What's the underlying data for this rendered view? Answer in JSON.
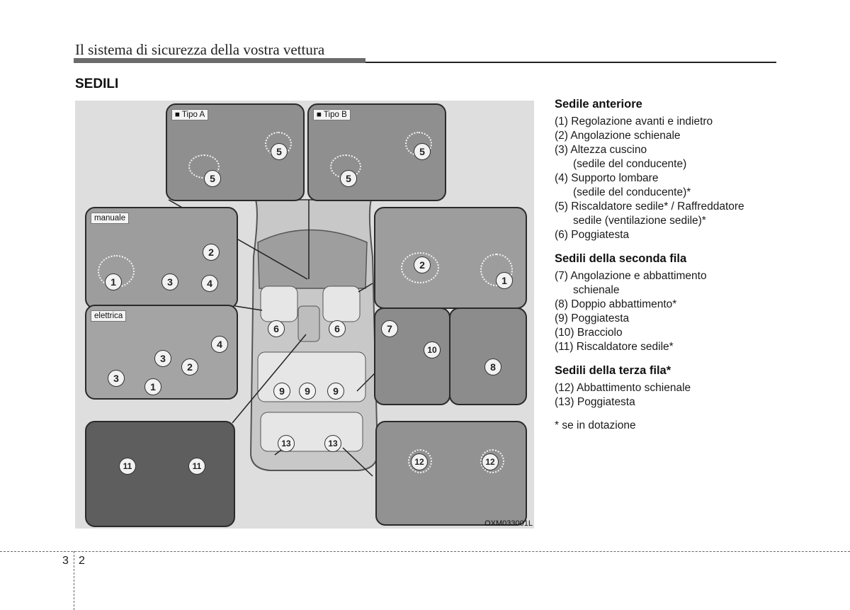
{
  "header": {
    "title": "Il sistema di sicurezza della vostra vettura"
  },
  "section": {
    "title": "SEDILI"
  },
  "figure": {
    "code": "OXM033001L",
    "tags": {
      "tipo_a": "■ Tipo A",
      "tipo_b": "■ Tipo B",
      "manuale": "manuale",
      "elettrica": "elettrica"
    },
    "callouts": {
      "n1": "1",
      "n2": "2",
      "n3": "3",
      "n4": "4",
      "n5": "5",
      "n6": "6",
      "n7": "7",
      "n8": "8",
      "n9": "9",
      "n10": "10",
      "n11": "11",
      "n12": "12",
      "n13": "13"
    }
  },
  "legend": {
    "front": {
      "title": "Sedile anteriore",
      "items": [
        "(1) Regolazione avanti e indietro",
        "(2) Angolazione schienale",
        "(3) Altezza cuscino",
        "(sedile del conducente)",
        "(4) Supporto lombare",
        "(sedile del conducente)*",
        "(5) Riscaldatore sedile* / Raffreddatore",
        "sedile (ventilazione sedile)*",
        "(6) Poggiatesta"
      ]
    },
    "second": {
      "title": "Sedili della seconda fila",
      "items": [
        "(7) Angolazione e abbattimento",
        "schienale",
        "(8) Doppio abbattimento*",
        "(9) Poggiatesta",
        "(10) Bracciolo",
        "(11) Riscaldatore sedile*"
      ]
    },
    "third": {
      "title": "Sedili della terza fila*",
      "items": [
        "(12) Abbattimento schienale",
        "(13) Poggiatesta"
      ]
    },
    "footnote": "* se in dotazione"
  },
  "page": {
    "section_num": "3",
    "page_num": "2"
  }
}
